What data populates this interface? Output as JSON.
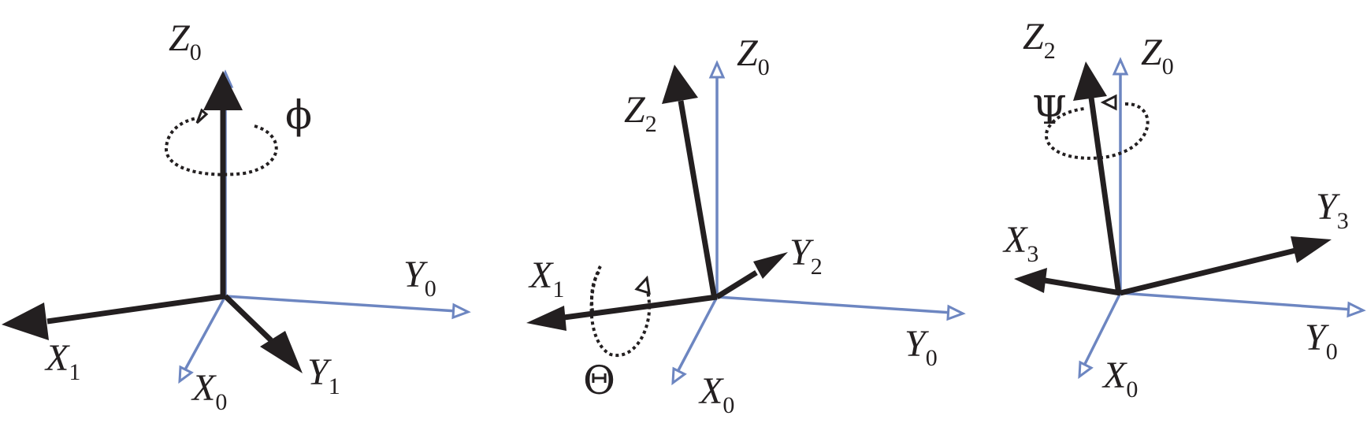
{
  "colors": {
    "reference_axis": "#6d86c1",
    "rotated_axis": "#231f20",
    "background": "#ffffff"
  },
  "panels": [
    {
      "angle_symbol": "ϕ",
      "labels": {
        "Z0": {
          "base": "Z",
          "sub": "0"
        },
        "Y0": {
          "base": "Y",
          "sub": "0"
        },
        "X0": {
          "base": "X",
          "sub": "0"
        },
        "X1": {
          "base": "X",
          "sub": "1"
        },
        "Y1": {
          "base": "Y",
          "sub": "1"
        }
      }
    },
    {
      "angle_symbol": "Θ",
      "labels": {
        "Z0": {
          "base": "Z",
          "sub": "0"
        },
        "Z2": {
          "base": "Z",
          "sub": "2"
        },
        "X1": {
          "base": "X",
          "sub": "1"
        },
        "Y2": {
          "base": "Y",
          "sub": "2"
        },
        "Y0": {
          "base": "Y",
          "sub": "0"
        },
        "X0": {
          "base": "X",
          "sub": "0"
        }
      }
    },
    {
      "angle_symbol": "Ψ",
      "labels": {
        "Z2": {
          "base": "Z",
          "sub": "2"
        },
        "Z0": {
          "base": "Z",
          "sub": "0"
        },
        "Y3": {
          "base": "Y",
          "sub": "3"
        },
        "X3": {
          "base": "X",
          "sub": "3"
        },
        "Y0": {
          "base": "Y",
          "sub": "0"
        },
        "X0": {
          "base": "X",
          "sub": "0"
        }
      }
    }
  ]
}
